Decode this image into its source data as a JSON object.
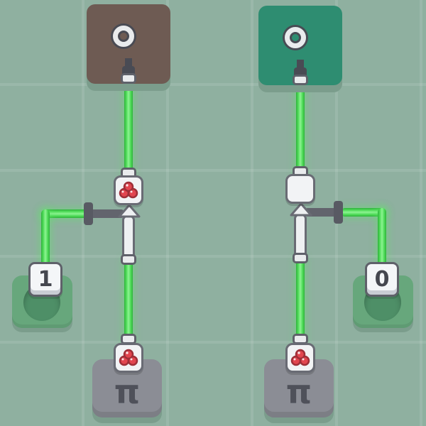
{
  "board": {
    "background_color": "#8fb0a0",
    "grid_color": "rgba(255,255,255,0.10)"
  },
  "colors": {
    "wire_green": "#3fd14b",
    "wire_glow": "rgba(96,232,106,0.40)",
    "component_fill": "#f2f3f5",
    "component_border": "#696b74",
    "connector_gray": "#62646d",
    "cherry_red": "#e2454f",
    "cherry_outline": "#9e2f38",
    "pad_green": "#67a77c",
    "pad_button_green": "#4e8f67",
    "pi_block_gray": "#8b8d95",
    "pi_symbol_color": "#4f515a",
    "digit_color": "#45474f",
    "lamp_block_left": "#6e5b53",
    "lamp_block_right": "#2e8d71",
    "shadow_green": "#7b9d8c"
  },
  "circuits": [
    {
      "side": "left",
      "lamp_block": {
        "color": "#6e5b53",
        "icon": "lamp-ring"
      },
      "filter_node": {
        "icon": "cherries"
      },
      "valve": {
        "arrow_direction": "up"
      },
      "input_tile": {
        "value": "1"
      },
      "source_block": {
        "symbol": "π",
        "badge_icon": "cherries"
      }
    },
    {
      "side": "right",
      "lamp_block": {
        "color": "#2e8d71",
        "icon": "lamp-ring"
      },
      "filter_node": {
        "icon": "none"
      },
      "valve": {
        "arrow_direction": "up"
      },
      "input_tile": {
        "value": "0"
      },
      "source_block": {
        "symbol": "π",
        "badge_icon": "cherries"
      }
    }
  ]
}
